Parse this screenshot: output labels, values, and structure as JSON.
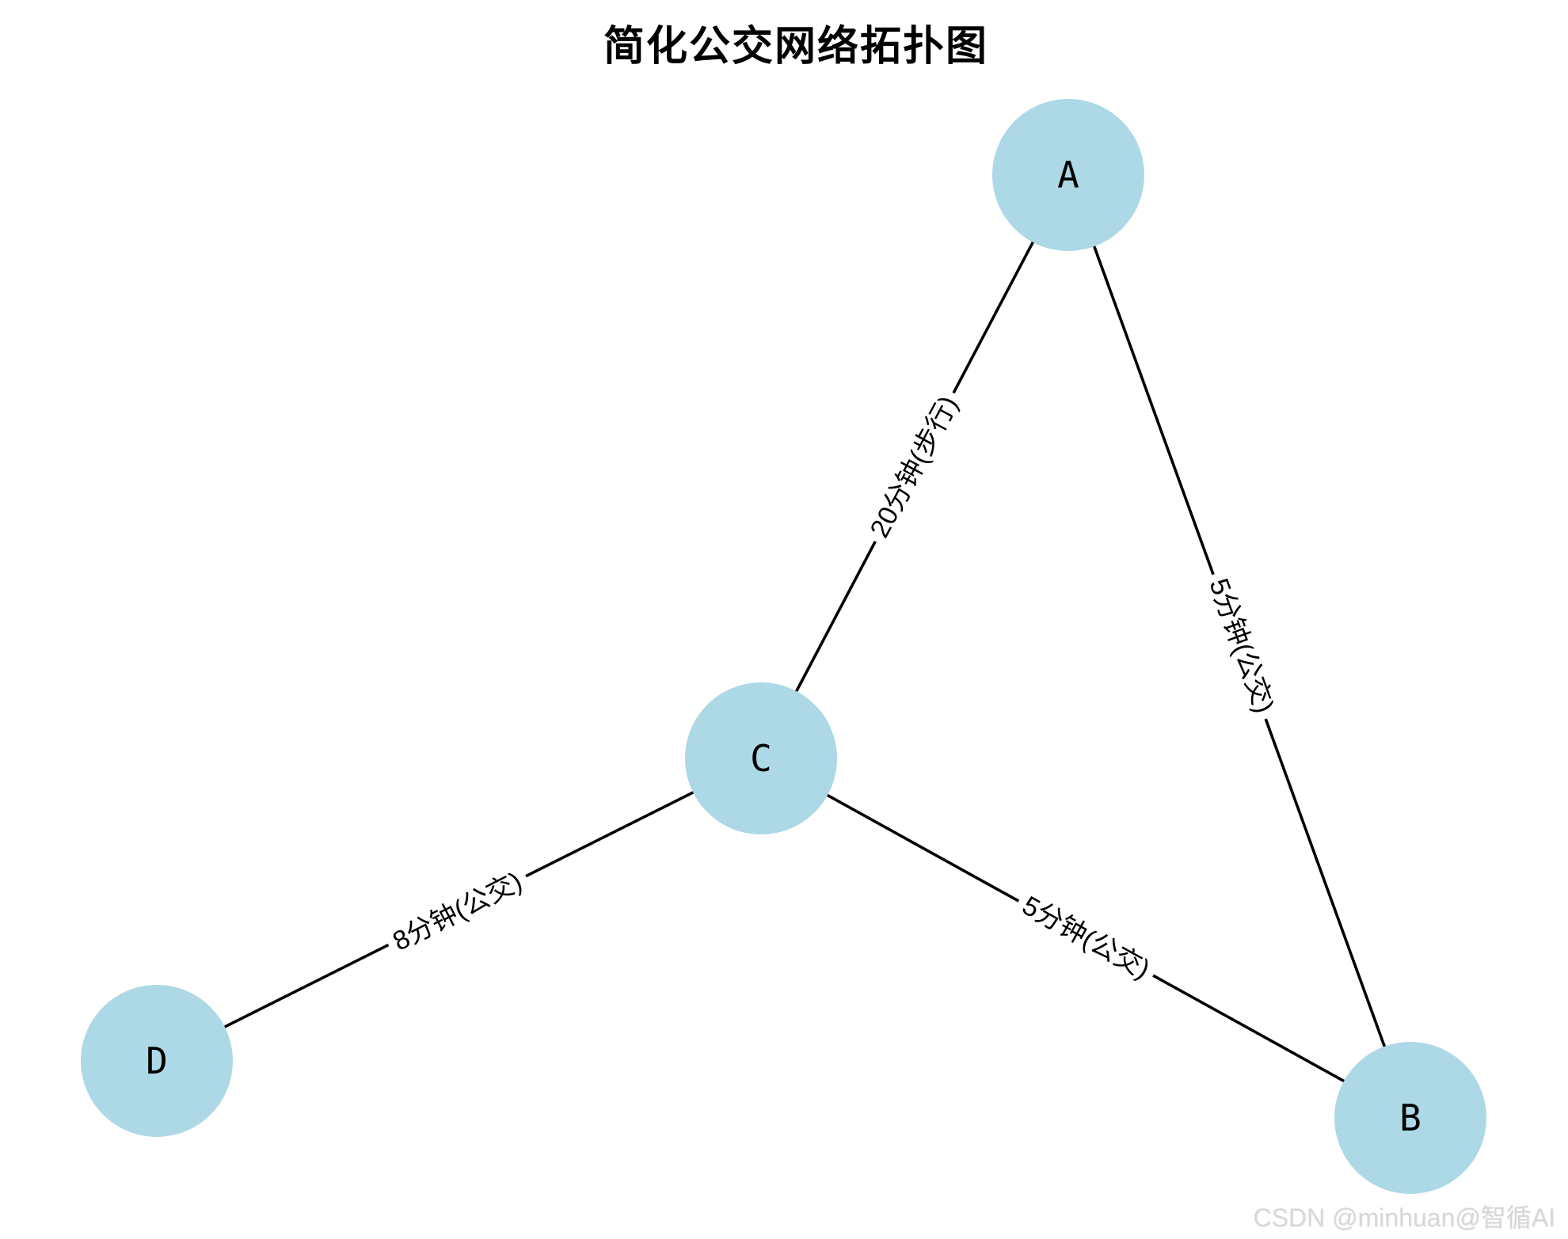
{
  "diagram": {
    "title": "简化公交网络拓扑图",
    "background_color": "#ffffff",
    "node_fill_color": "#ADD8E6",
    "node_text_color": "#000000",
    "edge_color": "#000000"
  },
  "graph": {
    "type": "undirected-network-topology",
    "nodes": [
      {
        "id": "A"
      },
      {
        "id": "B"
      },
      {
        "id": "C"
      },
      {
        "id": "D"
      }
    ],
    "edges": [
      {
        "from": "A",
        "to": "C",
        "label": "20分钟(步行)",
        "minutes": 20,
        "mode": "步行"
      },
      {
        "from": "A",
        "to": "B",
        "label": "5分钟(公交)",
        "minutes": 5,
        "mode": "公交"
      },
      {
        "from": "C",
        "to": "D",
        "label": "8分钟(公交)",
        "minutes": 8,
        "mode": "公交"
      },
      {
        "from": "C",
        "to": "B",
        "label": "5分钟(公交)",
        "minutes": 5,
        "mode": "公交"
      }
    ]
  },
  "watermark": {
    "text": "CSDN @minhuan@智循AI"
  }
}
